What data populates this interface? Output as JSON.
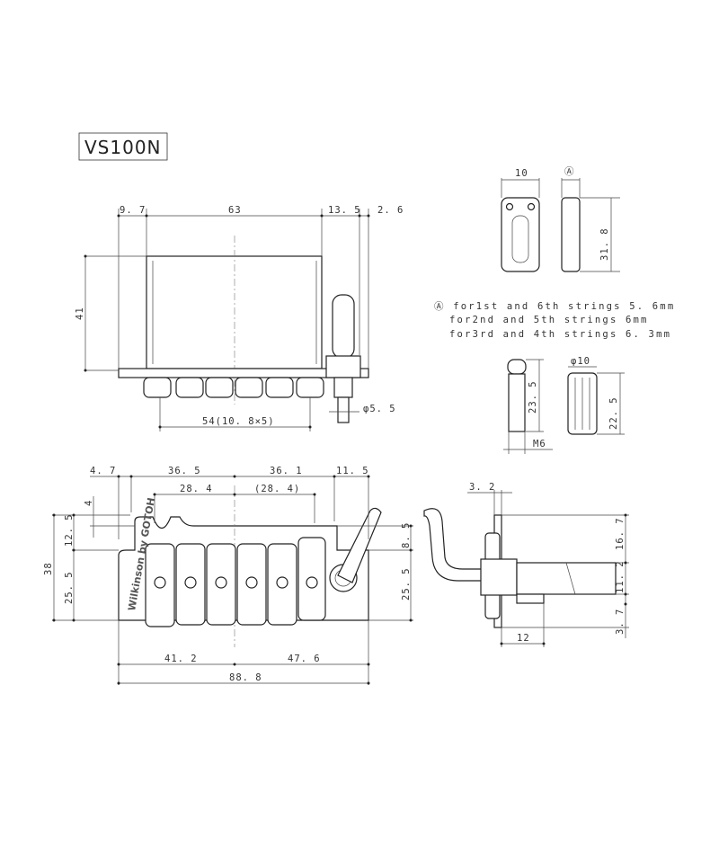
{
  "title": "VS100N",
  "top_view": {
    "d_left": "9. 7",
    "d_body": "63",
    "d_right": "13. 5",
    "d_edge": "2. 6",
    "d_height": "41",
    "d_spacing": "54(10. 8×5)",
    "d_post": "φ5. 5"
  },
  "saddle": {
    "d_width": "10",
    "d_marker": "Ⓐ",
    "d_length": "31. 8"
  },
  "notes": [
    "Ⓐ for1st  and  6th  strings  5. 6mm",
    "for2nd  and  5th  strings  6mm",
    "for3rd  and  4th  strings  6. 3mm"
  ],
  "screw": {
    "d_length": "23. 5",
    "d_thread": "M6"
  },
  "knob": {
    "d_dia": "φ10",
    "d_length": "22. 5"
  },
  "bottom_view": {
    "d_47": "4. 7",
    "d_365": "36. 5",
    "d_361": "36. 1",
    "d_115": "11. 5",
    "d_284": "28. 4",
    "d_284p": "(28. 4)",
    "d_4": "4",
    "d_125": "12. 5",
    "d_255l": "25. 5",
    "d_38": "38",
    "d_85": "8. 5",
    "d_255r": "25. 5",
    "d_412": "41. 2",
    "d_476": "47. 6",
    "d_888": "88. 8",
    "logo": "Wilkinson by GOTOH"
  },
  "side_view": {
    "d_32": "3. 2",
    "d_167": "16. 7",
    "d_112": "11. 2",
    "d_37": "3. 7",
    "d_12": "12"
  }
}
